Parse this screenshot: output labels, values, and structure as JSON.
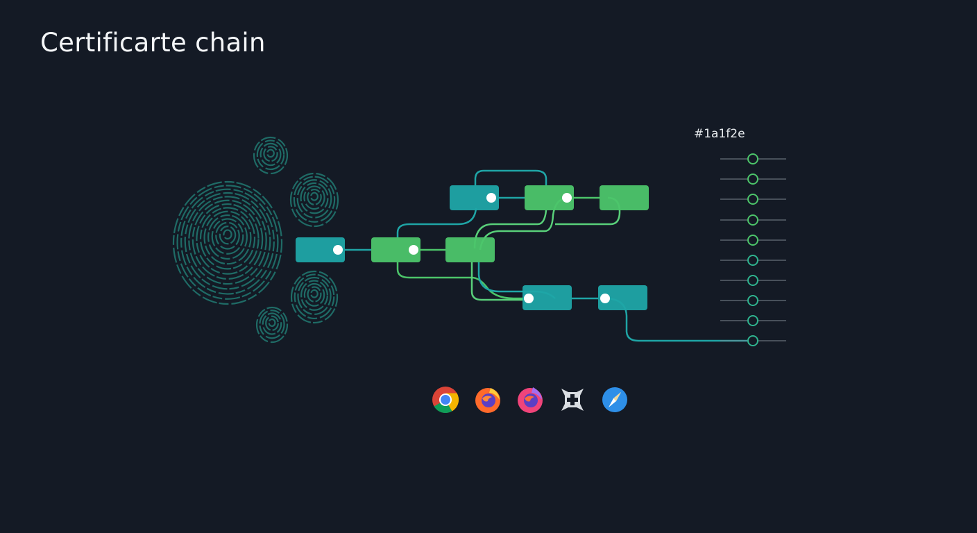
{
  "title": "Certificarte chain",
  "color_label": "#1a1f2e",
  "colors": {
    "background": "#141a25",
    "teal": "#1fa5a6",
    "green": "#4cc56a",
    "fingerprint": "#1f6b66"
  },
  "nodes": [
    {
      "id": "a",
      "color": "teal"
    },
    {
      "id": "b",
      "color": "green"
    },
    {
      "id": "c",
      "color": "green"
    },
    {
      "id": "d",
      "color": "teal"
    },
    {
      "id": "e",
      "color": "green"
    },
    {
      "id": "f",
      "color": "green"
    },
    {
      "id": "g",
      "color": "teal"
    },
    {
      "id": "h",
      "color": "teal"
    }
  ],
  "ladder_count": 10,
  "browsers": [
    "chrome-icon",
    "firefox-icon",
    "firefox-developer-icon",
    "generic-browser-icon",
    "safari-icon"
  ]
}
